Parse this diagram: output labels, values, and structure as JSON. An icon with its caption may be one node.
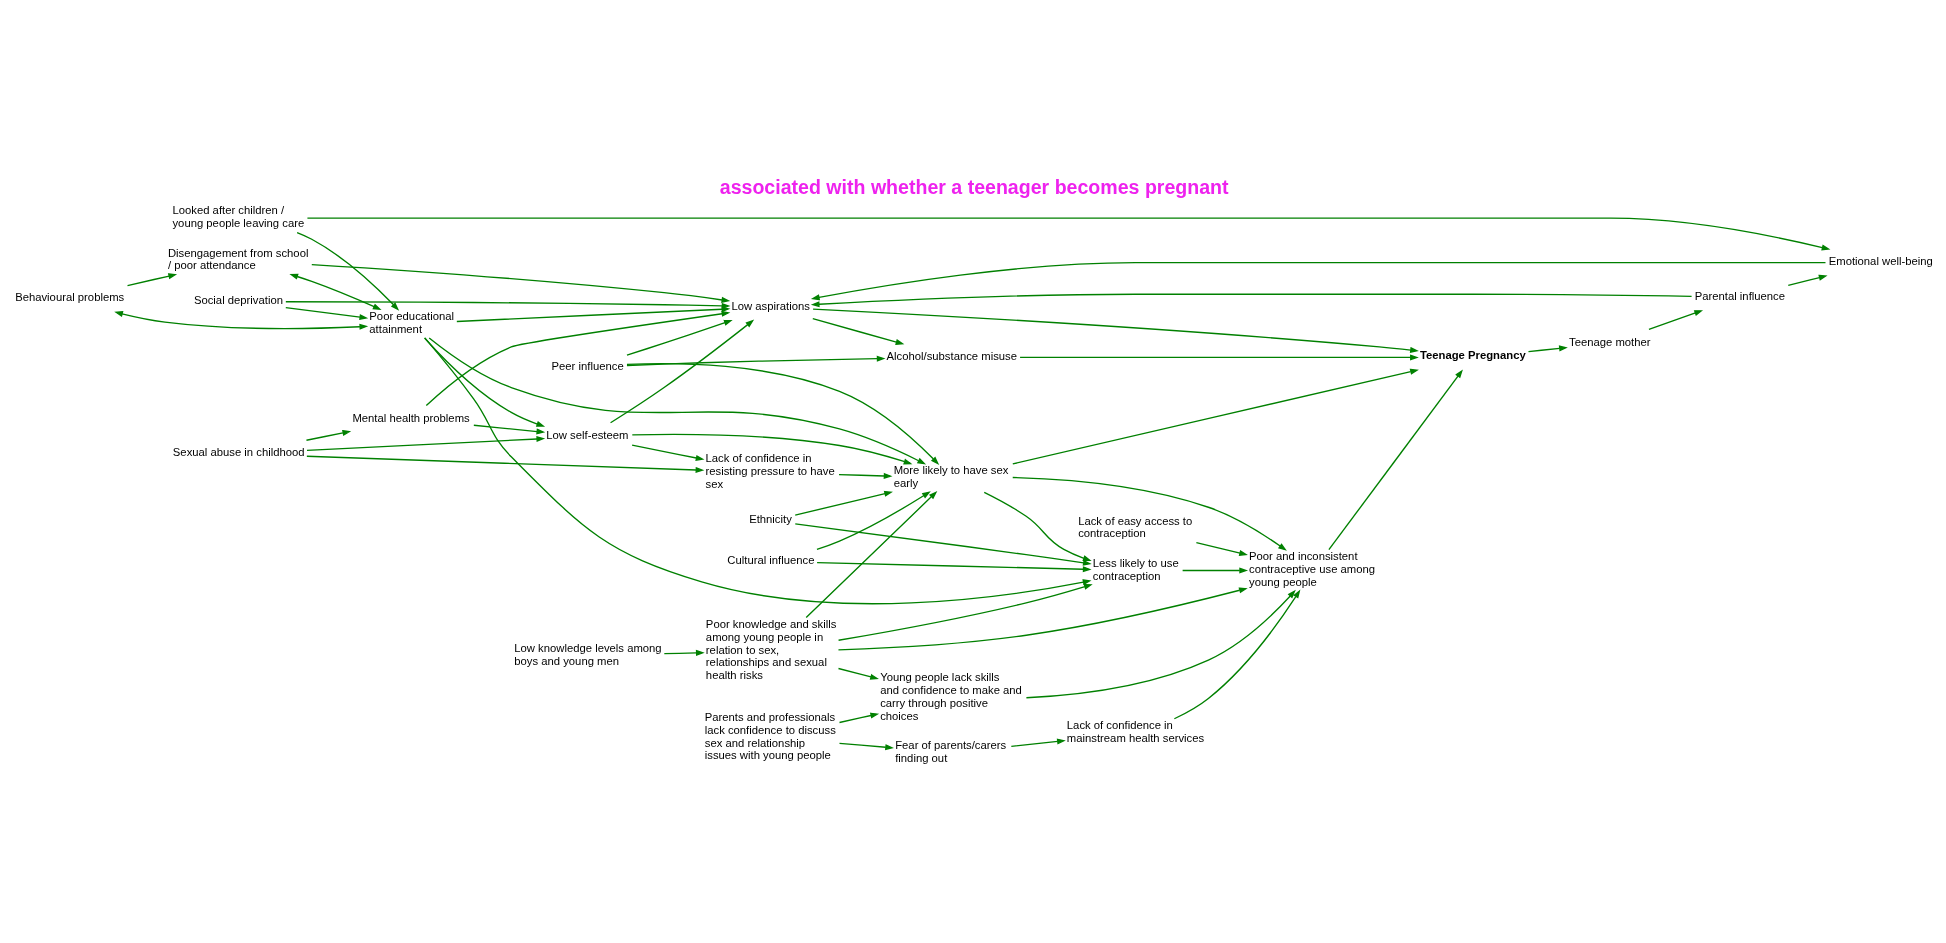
{
  "diagram": {
    "title": "associated with whether a teenager becomes pregnant",
    "nodes": [
      {
        "text": [
          "Looked after children / young people leaving care"
        ]
      },
      {
        "text": [
          "Behavioural problems"
        ]
      },
      {
        "text": [
          "Poor educational attainment"
        ]
      },
      {
        "text": [
          "Sexual abuse in childhood"
        ]
      },
      {
        "text": [
          "Disengagement from school / poor attendance"
        ]
      },
      {
        "text": [
          "Social deprivation"
        ]
      },
      {
        "text": [
          "Lack of confidence in resisting pressure to have sex"
        ]
      },
      {
        "text": [
          "Emotional well-being"
        ]
      },
      {
        "text": [
          "Mental health problems"
        ]
      },
      {
        "text": [
          "Low aspirations"
        ]
      },
      {
        "text": [
          "Low self-esteem"
        ]
      },
      {
        "text": [
          "Cultural influence"
        ]
      },
      {
        "text": [
          "Peer influence"
        ]
      },
      {
        "text": [
          "Alcohol/substance misuse"
        ]
      },
      {
        "text": [
          "Parental influence"
        ]
      },
      {
        "text": [
          "Teenage Pregnancy"
        ]
      },
      {
        "text": [
          "More likely to have sex early"
        ]
      },
      {
        "text": [
          "Ethnicity"
        ]
      },
      {
        "text": [
          "Teenage mother"
        ]
      },
      {
        "text": [
          "Less likely to use contraception"
        ]
      },
      {
        "text": [
          "Poor and inconsistent contraceptive use among young people"
        ]
      },
      {
        "text": [
          "Fear of parents/carers finding out"
        ]
      },
      {
        "text": [
          "Lack of confidence in mainstream health services"
        ]
      },
      {
        "text": [
          "Poor knowledge and skills among young people in relation to sex, relationships and sexual health risks"
        ]
      },
      {
        "text": [
          "Lack of easy access to contraception"
        ]
      },
      {
        "text": [
          "Parents and professionals lack confidence to discuss sex and relationship issues with young people"
        ]
      },
      {
        "text": [
          "Young people lack skills and confidence to make and carry through positive choices"
        ]
      },
      {
        "text": [
          "Low knowledge levels among boys and young men"
        ]
      }
    ],
    "edges": [
      {
        "from": 0,
        "to": 2,
        "arrow": "to"
      },
      {
        "from": 1,
        "to": 2,
        "arrow": "both"
      },
      {
        "from": 1,
        "to": 4,
        "arrow": "to"
      },
      {
        "from": 4,
        "to": 2,
        "arrow": "both"
      },
      {
        "from": 0,
        "to": 7,
        "arrow": "to"
      },
      {
        "from": 2,
        "to": 9,
        "arrow": "to"
      },
      {
        "from": 5,
        "to": 2,
        "arrow": "to"
      },
      {
        "from": 5,
        "to": 9,
        "arrow": "to"
      },
      {
        "from": 8,
        "to": 9,
        "arrow": "to"
      },
      {
        "from": 10,
        "to": 9,
        "arrow": "to"
      },
      {
        "from": 12,
        "to": 9,
        "arrow": "to"
      },
      {
        "from": 12,
        "to": 13,
        "arrow": "to"
      },
      {
        "from": 4,
        "to": 9,
        "arrow": "to"
      },
      {
        "from": 7,
        "to": 9,
        "arrow": "to"
      },
      {
        "from": 14,
        "to": 9,
        "arrow": "to"
      },
      {
        "from": 14,
        "to": 7,
        "arrow": "to"
      },
      {
        "from": 9,
        "to": 13,
        "arrow": "to"
      },
      {
        "from": 9,
        "to": 15,
        "arrow": "to"
      },
      {
        "from": 13,
        "to": 15,
        "arrow": "to"
      },
      {
        "from": 2,
        "to": 10,
        "arrow": "to"
      },
      {
        "from": 2,
        "to": 16,
        "arrow": "to"
      },
      {
        "from": 2,
        "to": 19,
        "arrow": "to"
      },
      {
        "from": 3,
        "to": 8,
        "arrow": "to"
      },
      {
        "from": 3,
        "to": 10,
        "arrow": "to"
      },
      {
        "from": 3,
        "to": 6,
        "arrow": "to"
      },
      {
        "from": 10,
        "to": 6,
        "arrow": "to"
      },
      {
        "from": 6,
        "to": 16,
        "arrow": "to"
      },
      {
        "from": 8,
        "to": 10,
        "arrow": "to"
      },
      {
        "from": 10,
        "to": 16,
        "arrow": "to"
      },
      {
        "from": 12,
        "to": 16,
        "arrow": "to"
      },
      {
        "from": 11,
        "to": 16,
        "arrow": "to"
      },
      {
        "from": 11,
        "to": 19,
        "arrow": "to"
      },
      {
        "from": 17,
        "to": 16,
        "arrow": "to"
      },
      {
        "from": 17,
        "to": 19,
        "arrow": "to"
      },
      {
        "from": 16,
        "to": 15,
        "arrow": "to"
      },
      {
        "from": 16,
        "to": 20,
        "arrow": "to"
      },
      {
        "from": 16,
        "to": 19,
        "arrow": "to"
      },
      {
        "from": 15,
        "to": 18,
        "arrow": "to"
      },
      {
        "from": 18,
        "to": 14,
        "arrow": "to"
      },
      {
        "from": 20,
        "to": 15,
        "arrow": "to"
      },
      {
        "from": 19,
        "to": 20,
        "arrow": "to"
      },
      {
        "from": 23,
        "to": 16,
        "arrow": "to"
      },
      {
        "from": 23,
        "to": 19,
        "arrow": "to"
      },
      {
        "from": 23,
        "to": 20,
        "arrow": "to"
      },
      {
        "from": 23,
        "to": 26,
        "arrow": "to"
      },
      {
        "from": 27,
        "to": 23,
        "arrow": "to"
      },
      {
        "from": 24,
        "to": 20,
        "arrow": "to"
      },
      {
        "from": 22,
        "to": 20,
        "arrow": "to"
      },
      {
        "from": 21,
        "to": 22,
        "arrow": "to"
      },
      {
        "from": 25,
        "to": 21,
        "arrow": "to"
      },
      {
        "from": 25,
        "to": 26,
        "arrow": "to"
      },
      {
        "from": 26,
        "to": 20,
        "arrow": "to"
      }
    ]
  }
}
